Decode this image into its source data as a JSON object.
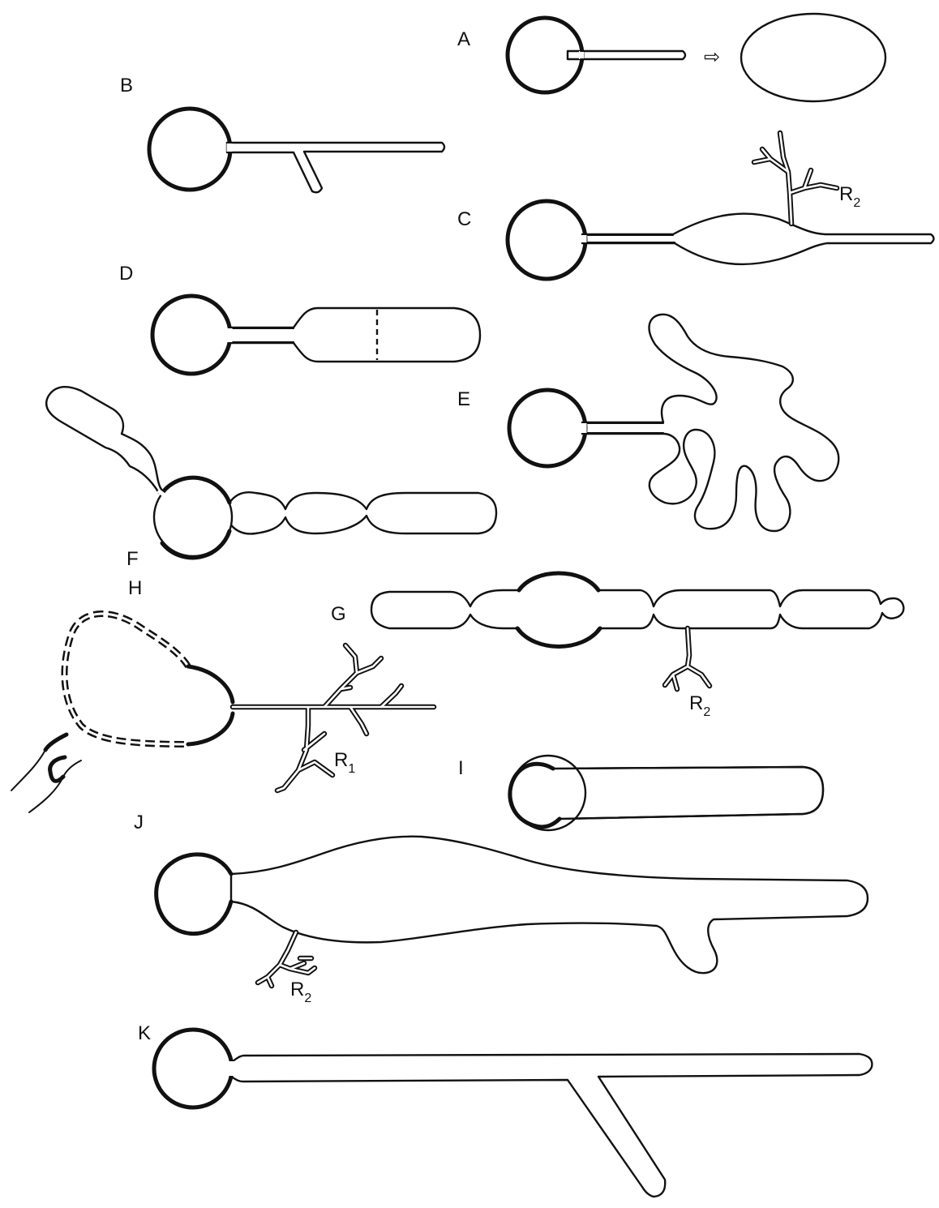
{
  "panels": {
    "A": "A",
    "B": "B",
    "C": "C",
    "D": "D",
    "E": "E",
    "F": "F",
    "G": "G",
    "H": "H",
    "I": "I",
    "J": "J",
    "K": "K"
  },
  "labels": {
    "r2_main": "R",
    "r2_sub": "2",
    "r1_main": "R",
    "r1_sub": "1"
  },
  "arrow_symbol": "⇨"
}
